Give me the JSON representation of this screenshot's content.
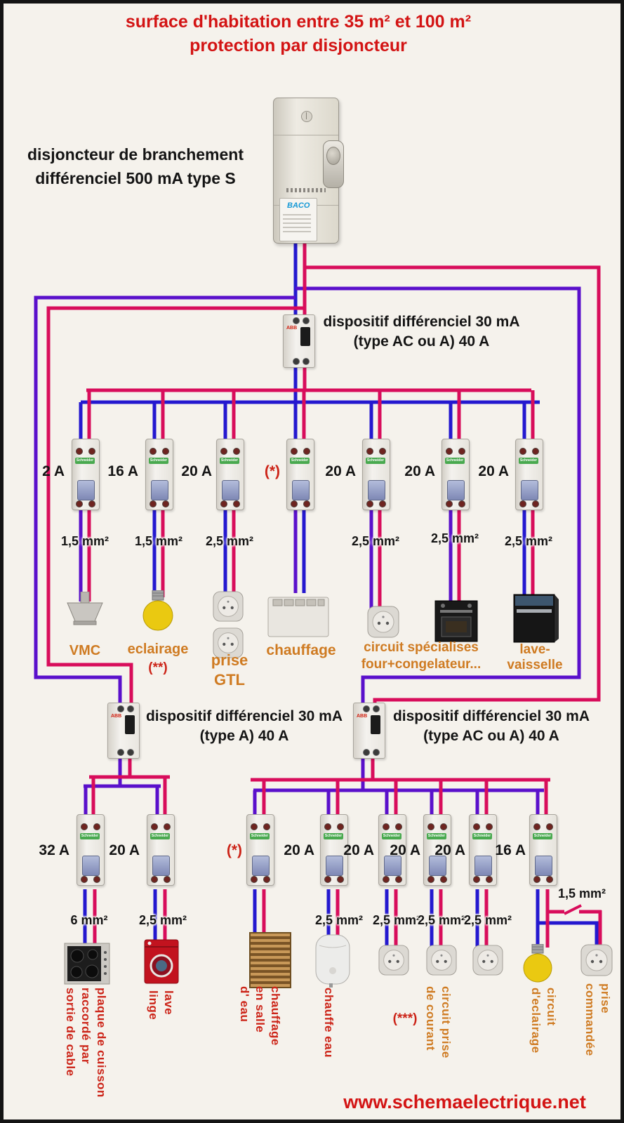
{
  "title": {
    "line1": "surface d'habitation entre 35 m² et 100 m²",
    "line2": "protection par disjoncteur"
  },
  "main_breaker": {
    "label_line1": "disjoncteur de branchement",
    "label_line2": "différenciel 500 mA type S",
    "brand": "BACO"
  },
  "dd1": {
    "line1": "dispositif différenciel 30 mA",
    "line2": "(type AC ou A) 40 A",
    "brand": "ABB"
  },
  "dd2": {
    "line1": "dispositif différenciel 30 mA",
    "line2": "(type A) 40 A",
    "brand": "ABB"
  },
  "dd3": {
    "line1": "dispositif différenciel 30 mA",
    "line2": "(type AC ou A) 40 A",
    "brand": "ABB"
  },
  "breaker_brand": "Schneider",
  "row1": {
    "amps": [
      "2 A",
      "16 A",
      "20 A",
      "(*)",
      "20 A",
      "20 A",
      "20 A"
    ],
    "sizes": {
      "c1": "1,5 mm²",
      "c2": "1,5 mm²",
      "c3": "2,5 mm²",
      "c5": "2,5 mm²",
      "c6": "2,5 mm²",
      "c7": "2,5 mm²"
    },
    "labels": {
      "vmc": "VMC",
      "eclairage": "eclairage",
      "eclairage_note": "(**)",
      "prise_gtl_l1": "prise",
      "prise_gtl_l2": "GTL",
      "chauffage": "chauffage",
      "specialises_l1": "circuit spécialises",
      "specialises_l2": "four+congelateur...",
      "lave_vaisselle_l1": "lave-",
      "lave_vaisselle_l2": "vaisselle"
    }
  },
  "row2_left": {
    "amps": [
      "32 A",
      "20 A"
    ],
    "sizes": [
      "6 mm²",
      "2,5 mm²"
    ],
    "plaque_l1": "plaque de cuisson",
    "plaque_l2": "raccordé par",
    "plaque_l3": "sortie de cable",
    "lave_l1": "lave",
    "lave_l2": "linge"
  },
  "row2_right": {
    "amps": [
      "(*)",
      "20 A",
      "20 A",
      "20 A",
      "20 A",
      "16 A"
    ],
    "sizes": [
      "2,5 mm²",
      "2,5 mm²",
      "2,5 mm²",
      "2,5 mm²"
    ],
    "switched_size": "1,5 mm²",
    "chauffage_sdb_l1": "chauffage",
    "chauffage_sdb_l2": "en salle",
    "chauffage_sdb_l3": "d' eau",
    "chauffe_eau": "chauffe eau",
    "note": "(***)",
    "circuit_prise_l1": "circuit prise",
    "circuit_prise_l2": "de courant",
    "circuit_ecl_l1": "circuit",
    "circuit_ecl_l2": "d'eclairage",
    "prise_cmd_l1": "prise",
    "prise_cmd_l2": "commandée"
  },
  "footer": {
    "website": "www.schemaelectrique.net"
  },
  "colors": {
    "phase_wire": "#d80d5b",
    "neutral_wire": "#2418cf",
    "link_wire": "#5a10cb",
    "title_red": "#d31414",
    "label_orange": "#cf7b22",
    "label_red": "#cc2418",
    "background": "#f5f2ec"
  }
}
